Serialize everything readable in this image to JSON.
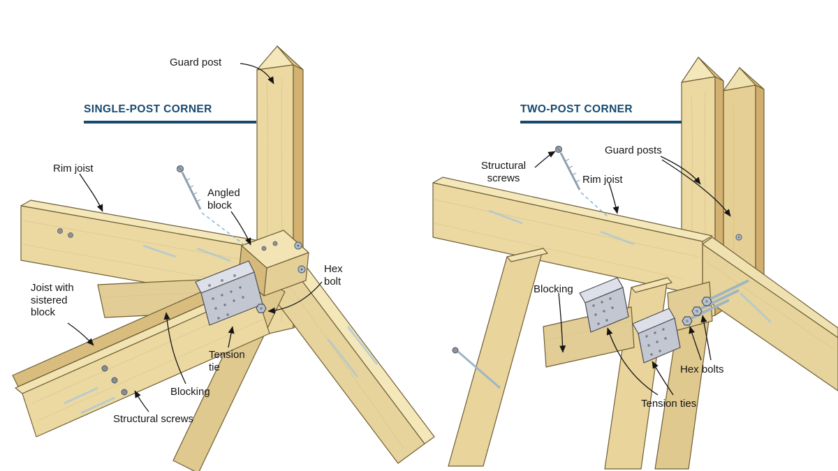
{
  "figure": {
    "background": "#ffffff",
    "panels": [
      {
        "id": "single-post-corner",
        "title": "SINGLE-POST CORNER",
        "labels": {
          "guard_post": "Guard post",
          "rim_joist": "Rim joist",
          "angled_block": "Angled block",
          "hex_bolt": "Hex bolt",
          "joist_with_sistered_block": "Joist with sistered block",
          "tension_tie": "Tension tie",
          "blocking": "Blocking",
          "structural_screws": "Structural screws"
        }
      },
      {
        "id": "two-post-corner",
        "title": "TWO-POST CORNER",
        "labels": {
          "structural_screws": "Structural screws",
          "guard_posts": "Guard posts",
          "rim_joist": "Rim joist",
          "blocking": "Blocking",
          "hex_bolts": "Hex bolts",
          "tension_ties": "Tension ties"
        }
      }
    ],
    "colors": {
      "title_navy": "#17496e",
      "wood_face": "#ecd9a2",
      "wood_top": "#f4e7ba",
      "wood_side": "#d2b171",
      "wood_outline": "#6e5d33",
      "metal_gray": "#c3c7d2",
      "screw_blue": "#a5c6da",
      "guide_dash_blue": "#85b5d5",
      "label_text": "#141414"
    }
  }
}
